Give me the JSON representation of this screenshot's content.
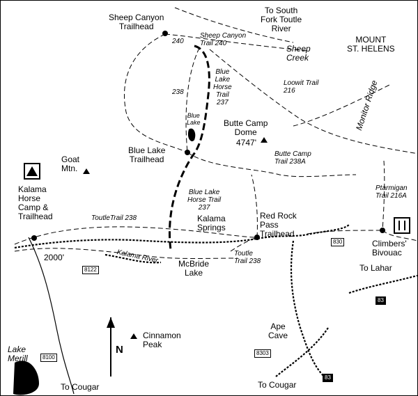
{
  "colors": {
    "ink": "#000000",
    "paper": "#ffffff"
  },
  "icons": {
    "camp": "campground-icon",
    "climbers": "climbers-icon",
    "summit": "peak-triangle-icon",
    "trailhead": "trailhead-dot-icon",
    "north": "north-arrow-icon"
  },
  "labels": {
    "to_south_fork": "To South\nFork Toutle\nRiver",
    "mount_st_helens": "MOUNT\nST. HELENS",
    "sheep_canyon_th": "Sheep Canyon\nTrailhead",
    "sheep_canyon_trail": "Sheep Canyon\nTrail 240",
    "sheep_creek": "Sheep\nCreek",
    "n240": "240",
    "blue_lake_horse_237_top": "Blue\nLake\nHorse\nTrail\n237",
    "loowit": "Loowit Trail\n216",
    "n238": "238",
    "monitor_ridge": "Monitor Ridge",
    "blue_lake": "Blue\nLake",
    "butte_camp_dome": "Butte Camp\nDome",
    "butte_elev": "4747'",
    "goat_mtn": "Goat\nMtn.",
    "blue_lake_th": "Blue Lake\nTrailhead",
    "butte_camp_trail": "Butte Camp\nTrail 238A",
    "kalama_horse_camp": "Kalama\nHorse\nCamp &\nTrailhead",
    "ptarmigan": "Ptarmigan\nTrail 216A",
    "blue_lake_horse_237_bottom": "Blue Lake\nHorse Trail\n237",
    "toutle_trail_238_left": "ToutleTrail 238",
    "kalama_springs": "Kalama\nSprings",
    "red_rock_pass": "Red Rock\nPass\nTrailhead",
    "r830": "830",
    "climbers_bivouac": "Climbers'\nBivouac",
    "elev_2000": "2000'",
    "kalama_river": "Kalama River",
    "mcbride_lake": "McBride\nLake",
    "toutle_trail_238_right": "Toutle\nTrail 238",
    "r8122": "8122",
    "to_lahar": "To Lahar",
    "r83_top": "83",
    "cinnamon_peak": "Cinnamon\nPeak",
    "north": "N",
    "ape_cave": "Ape\nCave",
    "lake_merill": "Lake\nMerill",
    "r8100": "8100",
    "r8303": "8303",
    "r83_bottom": "83",
    "to_cougar_left": "To Cougar",
    "to_cougar_right": "To Cougar"
  }
}
